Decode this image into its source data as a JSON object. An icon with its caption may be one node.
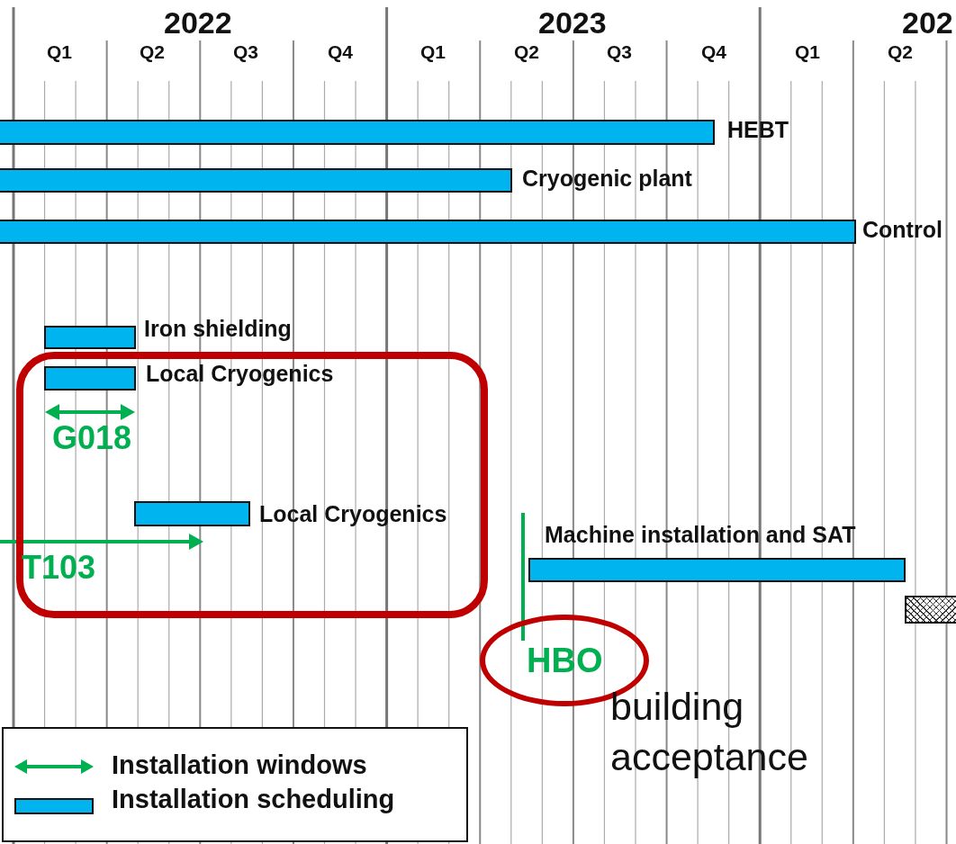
{
  "diagram": {
    "nodes": [
      {
        "text": [],
        "shape": "bar",
        "beside": [
          "HEBT"
        ]
      },
      {
        "text": [],
        "shape": "bar",
        "beside": [
          "Cryogenic plant"
        ]
      },
      {
        "text": [],
        "shape": "bar",
        "beside": [
          "Control"
        ]
      },
      {
        "text": [],
        "shape": "bar",
        "beside": [
          "Iron shielding"
        ]
      },
      {
        "text": [],
        "shape": "box"
      },
      {
        "text": [],
        "shape": "bar",
        "beside": [
          "Local Cryogenics"
        ],
        "in": 4
      },
      {
        "text": [],
        "shape": "bar",
        "beside": [
          "Local Cryogenics"
        ],
        "in": 4
      },
      {
        "text": [],
        "shape": "bar",
        "beside": [
          "Machine installation and SAT"
        ]
      },
      {
        "text": [],
        "shape": "bar"
      },
      {
        "text": [
          "HBO"
        ],
        "beside": [
          "building acceptance"
        ]
      }
    ],
    "labels": [
      "2022",
      "2023",
      "202",
      "Q1",
      "Q2",
      "Q3",
      "Q4",
      "Q1",
      "Q2",
      "Q3",
      "Q4",
      "Q1",
      "Q2",
      "G018",
      "T103"
    ],
    "legend": [
      {
        "text": "Installation windows"
      },
      {
        "text": "Installation scheduling",
        "color": "#00b4f0"
      }
    ]
  }
}
